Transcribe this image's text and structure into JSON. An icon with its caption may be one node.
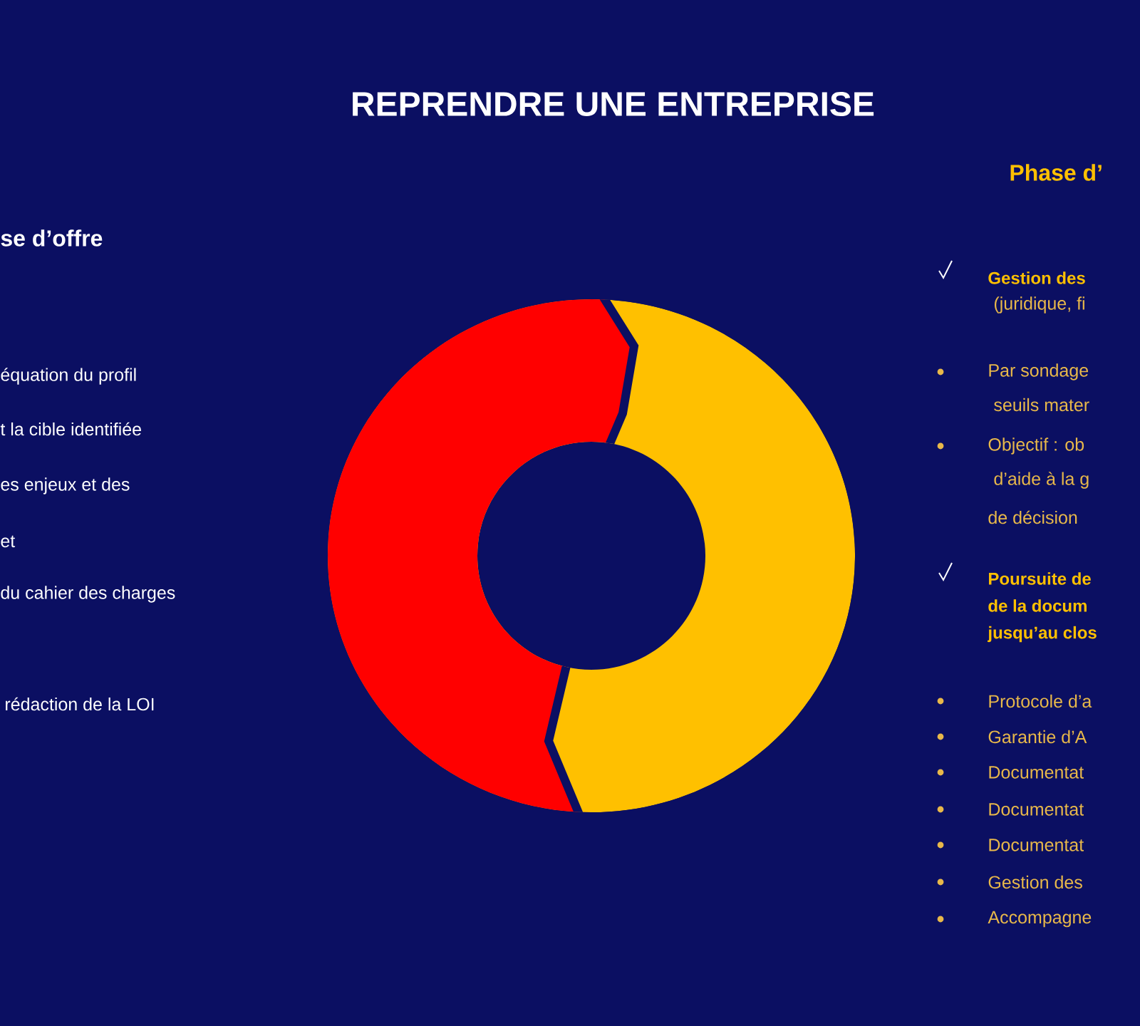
{
  "diagram": {
    "title": "REPRENDRE UNE ENTREPRISE",
    "labels": [
      "Phase d’",
      "se d’offre",
      "équation  du profil",
      "t la cible identifiée",
      "es  enjeux et des",
      "et",
      "du cahier des charges",
      "rédaction de la LOI",
      "Gestion des",
      "(juridique, fi",
      "Par sondage",
      "seuils mater",
      "Objectif : ob",
      "d’aide à la g",
      "de décision",
      "Poursuite de",
      "de la docum",
      "jusqu’au  clos",
      "Protocole d’a",
      "Garantie d’A",
      "Documentat",
      "Documentat",
      "Documentat",
      "Gestion des",
      "Accompagne"
    ]
  }
}
